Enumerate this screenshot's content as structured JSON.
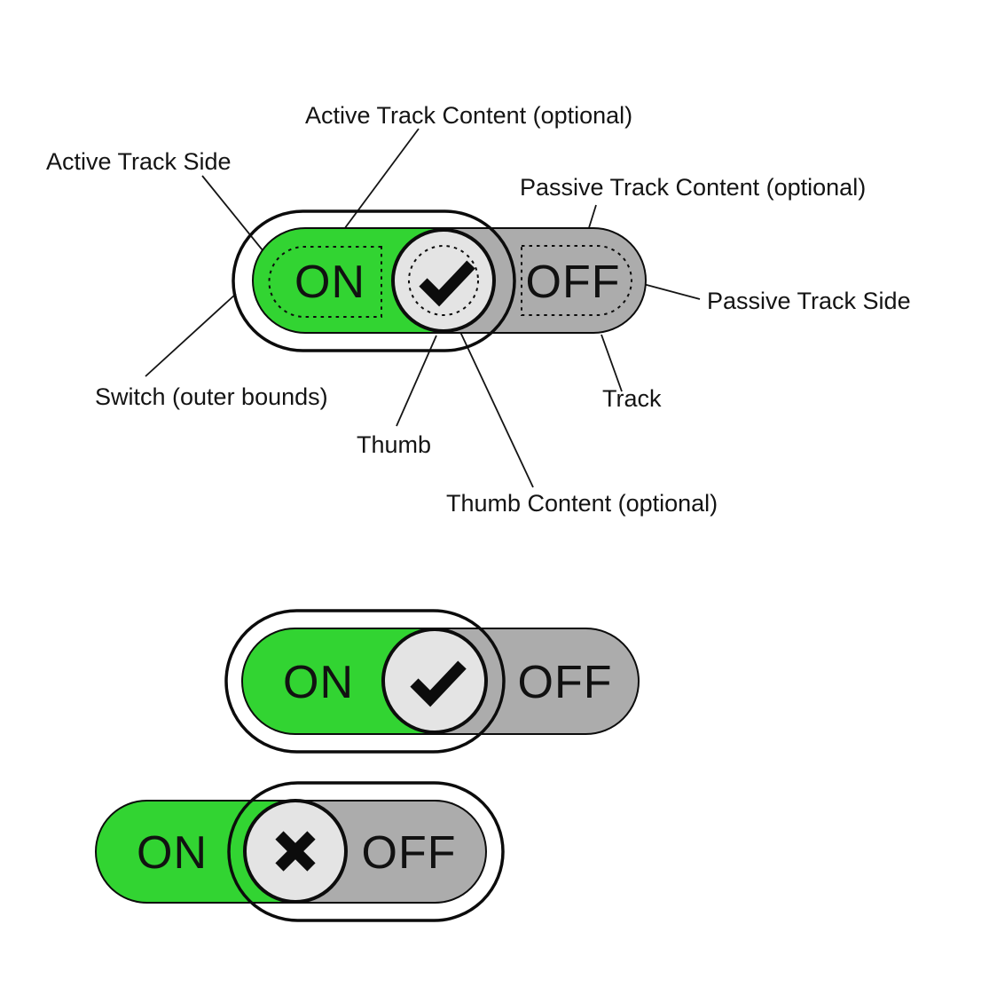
{
  "colors": {
    "active_track": "#32d432",
    "passive_track": "#acacac",
    "thumb": "#e4e4e4",
    "outline": "#0c0c0c"
  },
  "anatomy": {
    "labels": {
      "active_track_content": "Active Track Content (optional)",
      "active_track_side": "Active Track Side",
      "passive_track_content": "Passive Track Content (optional)",
      "passive_track_side": "Passive Track Side",
      "switch_outer_bounds": "Switch (outer bounds)",
      "track": "Track",
      "thumb": "Thumb",
      "thumb_content": "Thumb Content (optional)"
    },
    "switch": {
      "active_label": "ON",
      "passive_label": "OFF",
      "thumb_icon": "check-icon",
      "state": "on"
    }
  },
  "examples": [
    {
      "active_label": "ON",
      "passive_label": "OFF",
      "thumb_icon": "check-icon",
      "state": "on"
    },
    {
      "active_label": "ON",
      "passive_label": "OFF",
      "thumb_icon": "x-icon",
      "state": "off"
    }
  ]
}
